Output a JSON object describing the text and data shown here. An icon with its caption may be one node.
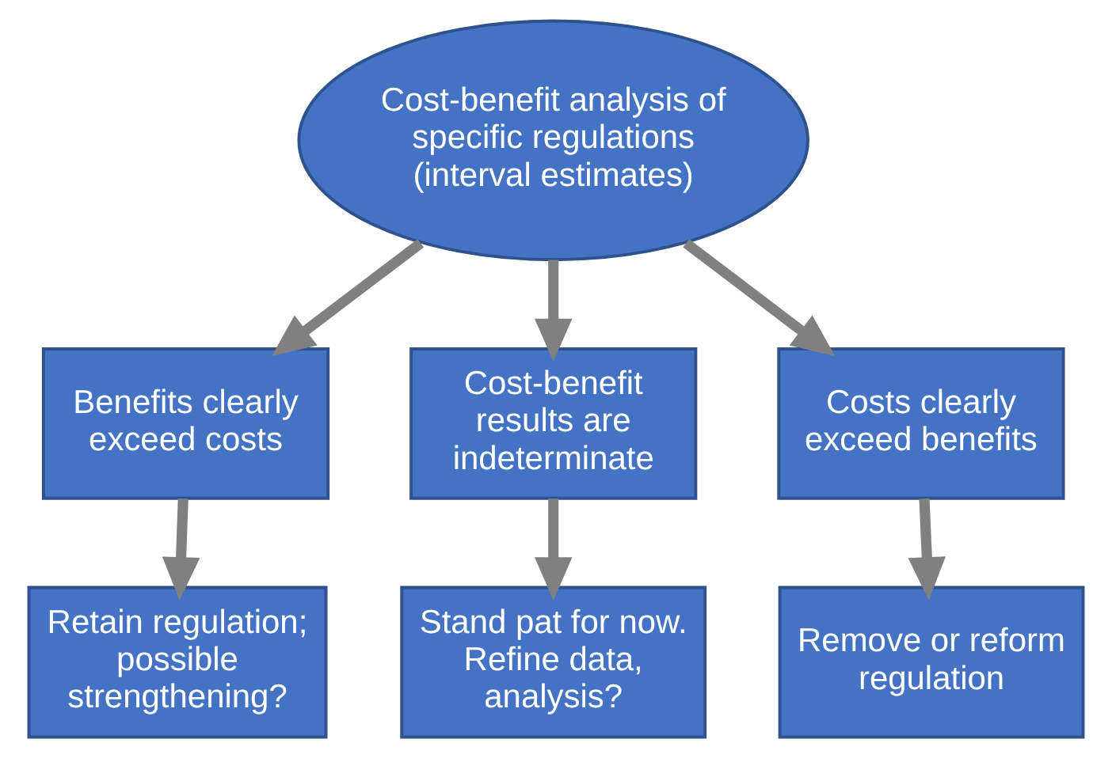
{
  "diagram": {
    "nodes": [
      {
        "text": [
          "Cost-benefit analysis of specific regulations (interval estimates)"
        ]
      },
      {
        "text": [
          "Benefits clearly exceed costs"
        ]
      },
      {
        "text": [
          "Cost-benefit results are indeterminate"
        ]
      },
      {
        "text": [
          "Costs clearly exceed benefits"
        ]
      },
      {
        "text": [
          "Retain regulation; possible strengthening?"
        ]
      },
      {
        "text": [
          "Stand pat for now. Refine data, analysis?"
        ]
      },
      {
        "text": [
          "Remove or reform regulation"
        ]
      }
    ],
    "edges": [
      {
        "from": 0,
        "to": 1,
        "arrow": "to"
      },
      {
        "from": 0,
        "to": 2,
        "arrow": "to"
      },
      {
        "from": 0,
        "to": 3,
        "arrow": "to"
      },
      {
        "from": 1,
        "to": 4,
        "arrow": "to"
      },
      {
        "from": 2,
        "to": 5,
        "arrow": "to"
      },
      {
        "from": 3,
        "to": 6,
        "arrow": "to"
      }
    ]
  }
}
